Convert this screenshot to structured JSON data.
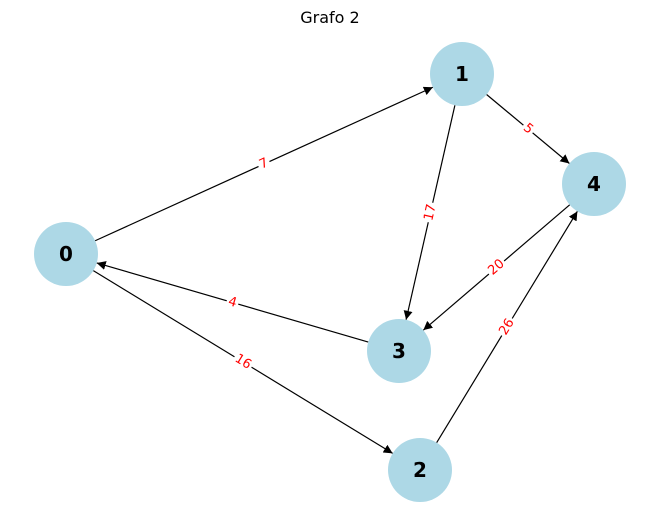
{
  "title": "Grafo 2",
  "colors": {
    "node_fill": "#add8e6",
    "node_text": "#000000",
    "edge": "#000000",
    "edge_label": "#ff0000"
  },
  "nodes": [
    {
      "id": "0",
      "label": "0"
    },
    {
      "id": "1",
      "label": "1"
    },
    {
      "id": "2",
      "label": "2"
    },
    {
      "id": "3",
      "label": "3"
    },
    {
      "id": "4",
      "label": "4"
    }
  ],
  "edges": [
    {
      "source": "0",
      "target": "1",
      "weight": "7"
    },
    {
      "source": "0",
      "target": "2",
      "weight": "16"
    },
    {
      "source": "1",
      "target": "3",
      "weight": "17"
    },
    {
      "source": "1",
      "target": "4",
      "weight": "5"
    },
    {
      "source": "2",
      "target": "4",
      "weight": "26"
    },
    {
      "source": "3",
      "target": "0",
      "weight": "4"
    },
    {
      "source": "4",
      "target": "3",
      "weight": "20"
    }
  ]
}
